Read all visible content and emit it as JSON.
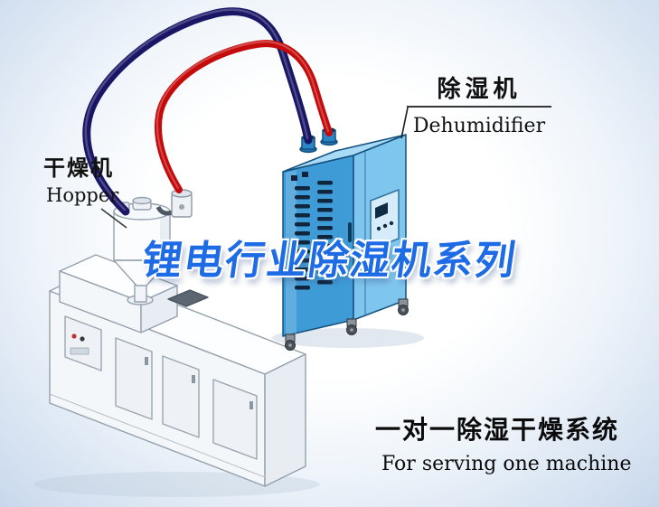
{
  "labels": {
    "hopper": {
      "zh": "干燥机",
      "en": "Hopper"
    },
    "dehumidifier": {
      "zh": "除湿机",
      "en": "Dehumidifier"
    }
  },
  "headline": {
    "text": "锂电行业除湿机系列"
  },
  "caption": {
    "zh": "一对一除湿干燥系统",
    "en": "For serving one machine"
  },
  "colors": {
    "headline_blue": "#1e6be6",
    "hose_red": "#c40a0a",
    "hose_navy": "#1a1666",
    "cabinet_front": "#3f9bd6",
    "cabinet_side": "#7fc6ee",
    "cabinet_top": "#a9daf6"
  }
}
